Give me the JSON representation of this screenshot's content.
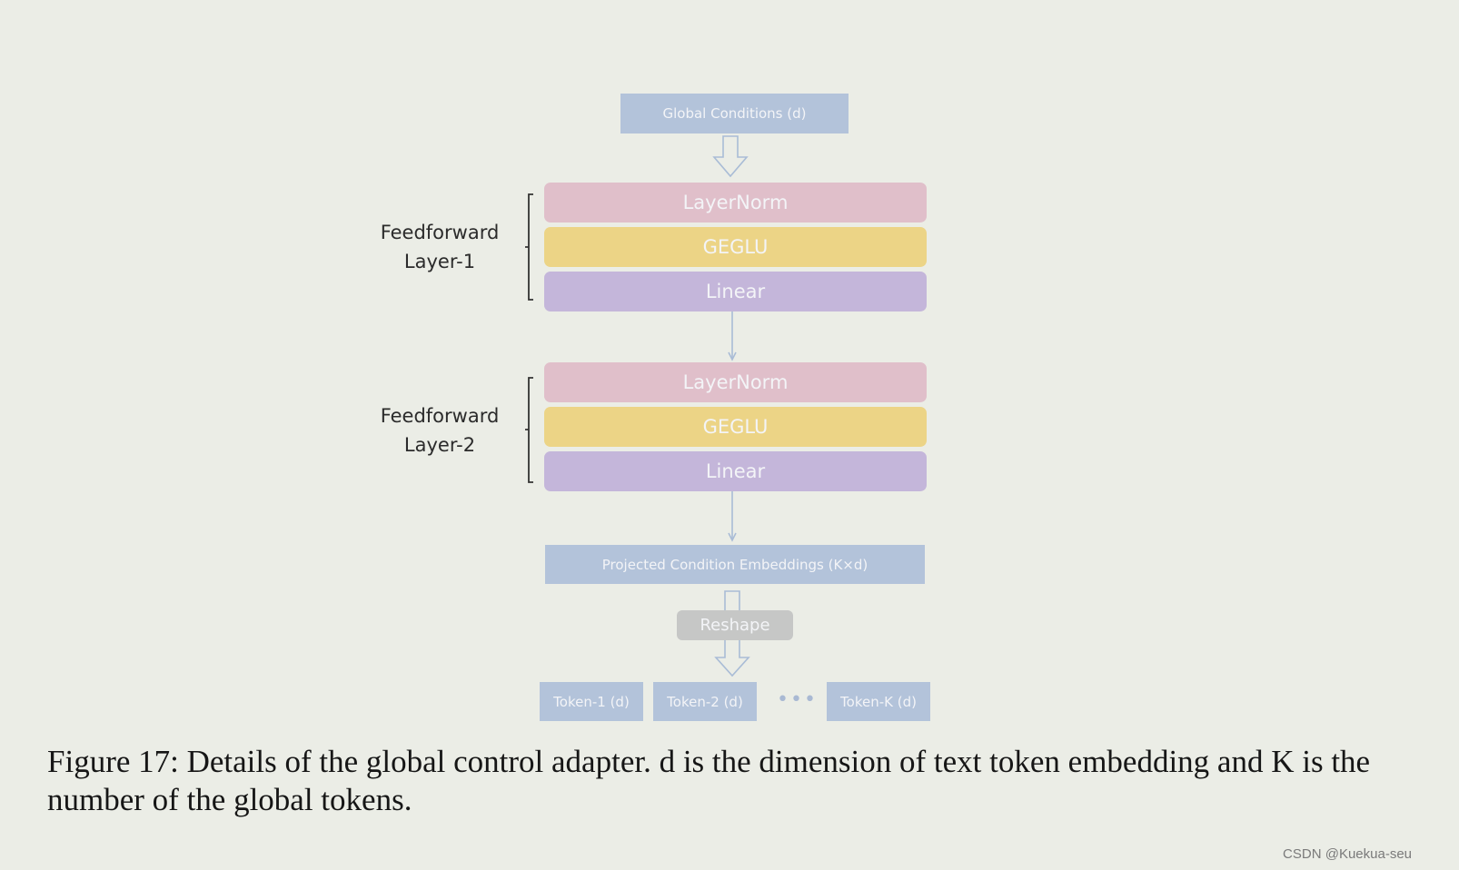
{
  "diagram": {
    "input": "Global Conditions (d)",
    "layer1": {
      "label_line1": "Feedforward",
      "label_line2": "Layer-1",
      "blocks": [
        "LayerNorm",
        "GEGLU",
        "Linear"
      ]
    },
    "layer2": {
      "label_line1": "Feedforward",
      "label_line2": "Layer-2",
      "blocks": [
        "LayerNorm",
        "GEGLU",
        "Linear"
      ]
    },
    "projected": "Projected Condition Embeddings (K×d)",
    "reshape": "Reshape",
    "tokens": [
      "Token-1 (d)",
      "Token-2 (d)",
      "Token-K (d)"
    ],
    "ellipsis": "•••"
  },
  "caption": "Figure 17: Details of the global control adapter. d is the dimension of text token embedding and K is the number of the global tokens.",
  "watermark": "CSDN @Kuekua-seu",
  "colors": {
    "background": "#ebede6",
    "condition_box": "#b3c3da",
    "layernorm": "#e0bfca",
    "geglu": "#ecd486",
    "linear": "#c4b6da",
    "reshape": "#c6c7c6"
  }
}
